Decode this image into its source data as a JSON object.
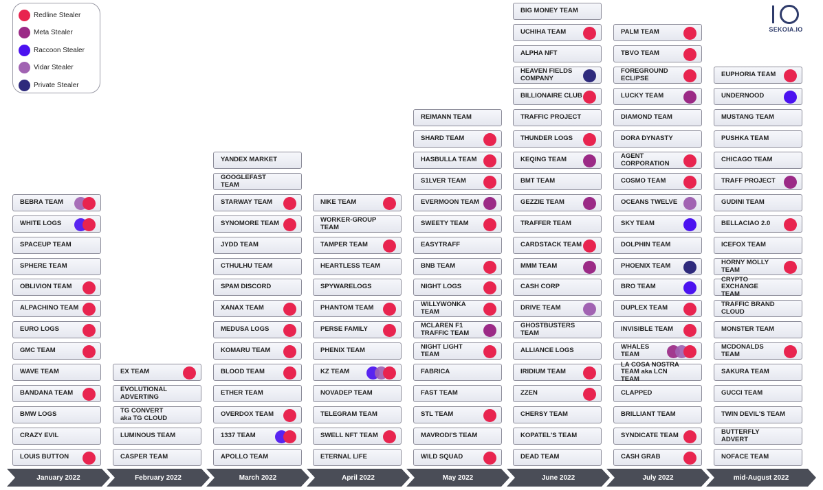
{
  "logo": {
    "text": "SEKOIA.IO"
  },
  "colors": {
    "redline": "#e8244f",
    "meta": "#9b2a86",
    "raccoon": "#4b12f0",
    "vidar": "#a163b2",
    "private": "#2e2a7c",
    "timeline": "#4a4d57"
  },
  "legend": [
    {
      "key": "redline",
      "label": "Redline Stealer"
    },
    {
      "key": "meta",
      "label": "Meta Stealer"
    },
    {
      "key": "raccoon",
      "label": "Raccoon Stealer"
    },
    {
      "key": "vidar",
      "label": "Vidar Stealer"
    },
    {
      "key": "private",
      "label": "Private Stealer"
    }
  ],
  "months": [
    {
      "label": "January 2022",
      "teams": [
        {
          "name": "BEBRA TEAM",
          "stealers": [
            "vidar",
            "redline"
          ]
        },
        {
          "name": "WHITE LOGS",
          "stealers": [
            "raccoon",
            "redline"
          ]
        },
        {
          "name": "SPACEUP TEAM",
          "stealers": []
        },
        {
          "name": "SPHERE TEAM",
          "stealers": []
        },
        {
          "name": "OBLIVION TEAM",
          "stealers": [
            "redline"
          ]
        },
        {
          "name": "ALPACHINO TEAM",
          "stealers": [
            "redline"
          ]
        },
        {
          "name": "EURO LOGS",
          "stealers": [
            "redline"
          ]
        },
        {
          "name": "GMC TEAM",
          "stealers": [
            "redline"
          ]
        },
        {
          "name": "WAVE TEAM",
          "stealers": []
        },
        {
          "name": "BANDANA TEAM",
          "stealers": [
            "redline"
          ]
        },
        {
          "name": "BMW LOGS",
          "stealers": []
        },
        {
          "name": "CRAZY EVIL",
          "stealers": []
        },
        {
          "name": "LOUIS BUTTON",
          "stealers": [
            "redline"
          ]
        }
      ]
    },
    {
      "label": "February 2022",
      "teams": [
        {
          "name": "EX TEAM",
          "stealers": [
            "redline"
          ]
        },
        {
          "name": "EVOLUTIONAL\nADVERTING",
          "stealers": []
        },
        {
          "name": "TG CONVERT\naka TG CLOUD",
          "stealers": []
        },
        {
          "name": "LUMINOUS TEAM",
          "stealers": []
        },
        {
          "name": "CASPER TEAM",
          "stealers": []
        }
      ]
    },
    {
      "label": "March 2022",
      "teams": [
        {
          "name": "YANDEX MARKET",
          "stealers": []
        },
        {
          "name": "GOOGLEFAST TEAM",
          "stealers": []
        },
        {
          "name": "STARWAY TEAM",
          "stealers": [
            "redline"
          ]
        },
        {
          "name": "SYNOMORE TEAM",
          "stealers": [
            "redline"
          ]
        },
        {
          "name": "JYDD TEAM",
          "stealers": []
        },
        {
          "name": "CTHULHU TEAM",
          "stealers": []
        },
        {
          "name": "SPAM DISCORD",
          "stealers": []
        },
        {
          "name": "XANAX TEAM",
          "stealers": [
            "redline"
          ]
        },
        {
          "name": "MEDUSA LOGS",
          "stealers": [
            "redline"
          ]
        },
        {
          "name": "KOMARU TEAM",
          "stealers": [
            "redline"
          ]
        },
        {
          "name": "BLOOD TEAM",
          "stealers": [
            "redline"
          ]
        },
        {
          "name": "ETHER TEAM",
          "stealers": []
        },
        {
          "name": "OVERDOX TEAM",
          "stealers": [
            "redline"
          ]
        },
        {
          "name": "1337 TEAM",
          "stealers": [
            "raccoon",
            "redline"
          ]
        },
        {
          "name": "APOLLO TEAM",
          "stealers": []
        }
      ]
    },
    {
      "label": "April 2022",
      "teams": [
        {
          "name": "NIKE TEAM",
          "stealers": [
            "redline"
          ]
        },
        {
          "name": "WORKER-GROUP TEAM",
          "stealers": []
        },
        {
          "name": "TAMPER TEAM",
          "stealers": [
            "redline"
          ]
        },
        {
          "name": "HEARTLESS TEAM",
          "stealers": []
        },
        {
          "name": "SPYWARELOGS",
          "stealers": []
        },
        {
          "name": "PHANTOM TEAM",
          "stealers": [
            "redline"
          ]
        },
        {
          "name": "PERSE FAMILY",
          "stealers": [
            "redline"
          ]
        },
        {
          "name": "PHENIX TEAM",
          "stealers": []
        },
        {
          "name": "KZ TEAM",
          "stealers": [
            "raccoon",
            "vidar",
            "redline"
          ]
        },
        {
          "name": "NOVADEP TEAM",
          "stealers": []
        },
        {
          "name": "TELEGRAM TEAM",
          "stealers": []
        },
        {
          "name": "SWELL NFT TEAM",
          "stealers": [
            "redline"
          ]
        },
        {
          "name": "ETERNAL LIFE",
          "stealers": []
        }
      ]
    },
    {
      "label": "May 2022",
      "teams": [
        {
          "name": "REIMANN TEAM",
          "stealers": []
        },
        {
          "name": "SHARD TEAM",
          "stealers": [
            "redline"
          ]
        },
        {
          "name": "HASBULLA TEAM",
          "stealers": [
            "redline"
          ]
        },
        {
          "name": "S1LVER TEAM",
          "stealers": [
            "redline"
          ]
        },
        {
          "name": "EVERMOON TEAM",
          "stealers": [
            "meta"
          ]
        },
        {
          "name": "SWEETY TEAM",
          "stealers": [
            "redline"
          ]
        },
        {
          "name": "EASYTRAFF",
          "stealers": []
        },
        {
          "name": "BNB TEAM",
          "stealers": [
            "redline"
          ]
        },
        {
          "name": "NIGHT LOGS",
          "stealers": [
            "redline"
          ]
        },
        {
          "name": "WILLYWONKA\nTEAM",
          "stealers": [
            "redline"
          ]
        },
        {
          "name": "MCLAREN F1\nTRAFFIC TEAM",
          "stealers": [
            "meta"
          ]
        },
        {
          "name": "NIGHT LIGHT\nTEAM",
          "stealers": [
            "redline"
          ]
        },
        {
          "name": "FABRICA",
          "stealers": []
        },
        {
          "name": "FAST TEAM",
          "stealers": []
        },
        {
          "name": "STL TEAM",
          "stealers": [
            "redline"
          ]
        },
        {
          "name": "MAVRODI'S TEAM",
          "stealers": []
        },
        {
          "name": "WILD SQUAD",
          "stealers": [
            "redline"
          ]
        }
      ]
    },
    {
      "label": "June 2022",
      "teams": [
        {
          "name": "BIG MONEY TEAM",
          "stealers": []
        },
        {
          "name": "UCHIHA TEAM",
          "stealers": [
            "redline"
          ]
        },
        {
          "name": "ALPHA NFT",
          "stealers": []
        },
        {
          "name": "HEAVEN FIELDS\nCOMPANY",
          "stealers": [
            "private"
          ]
        },
        {
          "name": "BILLIONAIRE CLUB",
          "stealers": [
            "redline"
          ]
        },
        {
          "name": "TRAFFIC PROJECT",
          "stealers": []
        },
        {
          "name": "THUNDER LOGS",
          "stealers": [
            "redline"
          ]
        },
        {
          "name": "KEQING TEAM",
          "stealers": [
            "meta"
          ]
        },
        {
          "name": "BMT TEAM",
          "stealers": []
        },
        {
          "name": "GEZZIE TEAM",
          "stealers": [
            "meta"
          ]
        },
        {
          "name": "TRAFFER TEAM",
          "stealers": []
        },
        {
          "name": "CARDSTACK TEAM",
          "stealers": [
            "redline"
          ]
        },
        {
          "name": "MMM TEAM",
          "stealers": [
            "meta"
          ]
        },
        {
          "name": "CASH CORP",
          "stealers": []
        },
        {
          "name": "DRIVE TEAM",
          "stealers": [
            "vidar"
          ]
        },
        {
          "name": "GHOSTBUSTERS TEAM",
          "stealers": []
        },
        {
          "name": "ALLIANCE LOGS",
          "stealers": []
        },
        {
          "name": "IRIDIUM TEAM",
          "stealers": [
            "redline"
          ]
        },
        {
          "name": "ZZEN",
          "stealers": [
            "redline"
          ]
        },
        {
          "name": "CHERSY TEAM",
          "stealers": []
        },
        {
          "name": "KOPATEL'S TEAM",
          "stealers": []
        },
        {
          "name": "DEAD TEAM",
          "stealers": []
        }
      ]
    },
    {
      "label": "July 2022",
      "teams": [
        {
          "name": "PALM TEAM",
          "stealers": [
            "redline"
          ]
        },
        {
          "name": "TBVO TEAM",
          "stealers": [
            "redline"
          ]
        },
        {
          "name": "FOREGROUND\nECLIPSE",
          "stealers": [
            "redline"
          ]
        },
        {
          "name": "LUCKY TEAM",
          "stealers": [
            "meta"
          ]
        },
        {
          "name": "DIAMOND TEAM",
          "stealers": []
        },
        {
          "name": "DORA DYNASTY",
          "stealers": []
        },
        {
          "name": "AGENT\nCORPORATION",
          "stealers": [
            "redline"
          ]
        },
        {
          "name": "COSMO TEAM",
          "stealers": [
            "redline"
          ]
        },
        {
          "name": "OCEANS TWELVE",
          "stealers": [
            "vidar"
          ]
        },
        {
          "name": "SKY TEAM",
          "stealers": [
            "raccoon"
          ]
        },
        {
          "name": "DOLPHIN TEAM",
          "stealers": []
        },
        {
          "name": "PHOENIX TEAM",
          "stealers": [
            "private"
          ]
        },
        {
          "name": "BRO TEAM",
          "stealers": [
            "raccoon"
          ]
        },
        {
          "name": "DUPLEX TEAM",
          "stealers": [
            "redline"
          ]
        },
        {
          "name": "INVISIBLE TEAM",
          "stealers": [
            "redline"
          ]
        },
        {
          "name": "WHALES\nTEAM",
          "stealers": [
            "meta",
            "vidar",
            "redline"
          ]
        },
        {
          "name": "LA COSA NOSTRA\nTEAM aka LCN TEAM",
          "stealers": []
        },
        {
          "name": "CLAPPED",
          "stealers": []
        },
        {
          "name": "BRILLIANT TEAM",
          "stealers": []
        },
        {
          "name": "SYNDICATE TEAM",
          "stealers": [
            "redline"
          ]
        },
        {
          "name": "CASH GRAB",
          "stealers": [
            "redline"
          ]
        }
      ]
    },
    {
      "label": "mid-August 2022",
      "teams": [
        {
          "name": "EUPHORIA TEAM",
          "stealers": [
            "redline"
          ]
        },
        {
          "name": "UNDERNOOD",
          "stealers": [
            "raccoon"
          ]
        },
        {
          "name": "MUSTANG TEAM",
          "stealers": []
        },
        {
          "name": "PUSHKA TEAM",
          "stealers": []
        },
        {
          "name": "CHICAGO TEAM",
          "stealers": []
        },
        {
          "name": "TRAFF PROJECT",
          "stealers": [
            "meta"
          ]
        },
        {
          "name": "GUDINI TEAM",
          "stealers": []
        },
        {
          "name": "BELLACIAO 2.0",
          "stealers": [
            "redline"
          ]
        },
        {
          "name": "ICEFOX TEAM",
          "stealers": []
        },
        {
          "name": "HORNY MOLLY\nTEAM",
          "stealers": [
            "redline"
          ]
        },
        {
          "name": "CRYPTO EXCHANGE\nTEAM",
          "stealers": []
        },
        {
          "name": "TRAFFIC BRAND\nCLOUD",
          "stealers": []
        },
        {
          "name": "MONSTER TEAM",
          "stealers": []
        },
        {
          "name": "MCDONALDS\nTEAM",
          "stealers": [
            "redline"
          ]
        },
        {
          "name": "SAKURA TEAM",
          "stealers": []
        },
        {
          "name": "GUCCI TEAM",
          "stealers": []
        },
        {
          "name": "TWIN DEVIL'S TEAM",
          "stealers": []
        },
        {
          "name": "BUTTERFLY ADVERT",
          "stealers": []
        },
        {
          "name": "NOFACE TEAM",
          "stealers": []
        }
      ]
    }
  ]
}
